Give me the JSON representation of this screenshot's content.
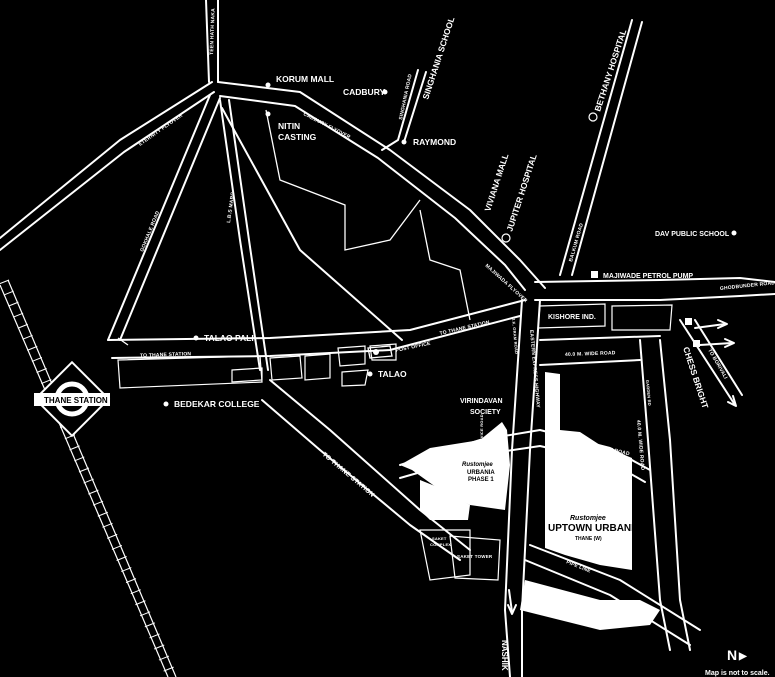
{
  "stations": {
    "thane_station": "THANE STATION"
  },
  "landmarks": {
    "korum_mall": "KORUM MALL",
    "cadbury": "CADBURY",
    "singhania_school": "SINGHANIA SCHOOL",
    "bethany_hospital": "BETHANY HOSPITAL",
    "nitin_casting": [
      "NITIN",
      "CASTING"
    ],
    "raymond": "RAYMOND",
    "viviana_mall": "VIVIANA MALL",
    "jupiter_hospital": "JUPITER HOSPITAL",
    "dav_public_school": "DAV PUBLIC SCHOOL",
    "majiwade_petrol_pump": "MAJIWADE PETROL PUMP",
    "kishore_ind": "KISHORE IND.",
    "talao_pali": "TALAO PALI",
    "talao": "TALAO",
    "bedekar_college": "BEDEKAR COLLEGE",
    "virindavan_society": [
      "VIRINDAVAN",
      "SOCIETY"
    ],
    "chess_bright": "CHESS BRIGHT",
    "saket_tower": "SAKET TOWER",
    "saket_complex": [
      "SAKET",
      "COMPLEX"
    ]
  },
  "roads": {
    "teen_haath_naka": "TEEN HATH NAKA",
    "eternity_flyover": "ETERNITY FLYOVER",
    "cadbury_flyover": "CADBURY FLYOVER",
    "gokhale_road": "GOKHALE ROAD",
    "lbs_marg": "L.B.S MARG",
    "majiwada_flyover": "MAJIWADA FLYOVER",
    "to_thane_station_1": "TO THANE STATION",
    "to_thane_station_2": "TO THANE STATION",
    "to_thane_station_3": "TO THANE STATION",
    "post_office": "POST OFFICE",
    "eastern_express_highway": "EASTERN EXPRESS HIGHWAY",
    "road_40m": "40.0 M. WIDE ROAD",
    "road_30m": "30.0 M. WIDE ROAD",
    "road_40m_b": "40.0 M. WIDE ROAD",
    "ghodbunder_road": "GHODBUNDER ROAD",
    "to_borivali": "TO BORIVALI",
    "pipe_line": "PIPE LINE",
    "service_road": "SERVICE ROAD",
    "singhania_road": "SINGHANIA ROAD",
    "balkum_road": "BALKUM ROAD",
    "garden_rd": "GARDEN RD",
    "nashik": "NASHIK",
    "jk_gram_road": "J.K. GRAM ROAD",
    "rustomjee_road": "RUSTOMJEE ROAD"
  },
  "projects": {
    "phase1": {
      "brand": "Rustomjee",
      "line1": "URBANIA",
      "line2": "PHASE 1"
    },
    "uptown": {
      "brand": "Rustomjee",
      "title": "UPTOWN URBANIA",
      "subtitle": "THANE (W)"
    }
  },
  "compass": {
    "letter": "N",
    "arrow": "▶"
  },
  "footer_note": "Map is not to scale.",
  "colors": {
    "background": "#000000",
    "road": "#ffffff",
    "project_fill": "#ffffff"
  }
}
